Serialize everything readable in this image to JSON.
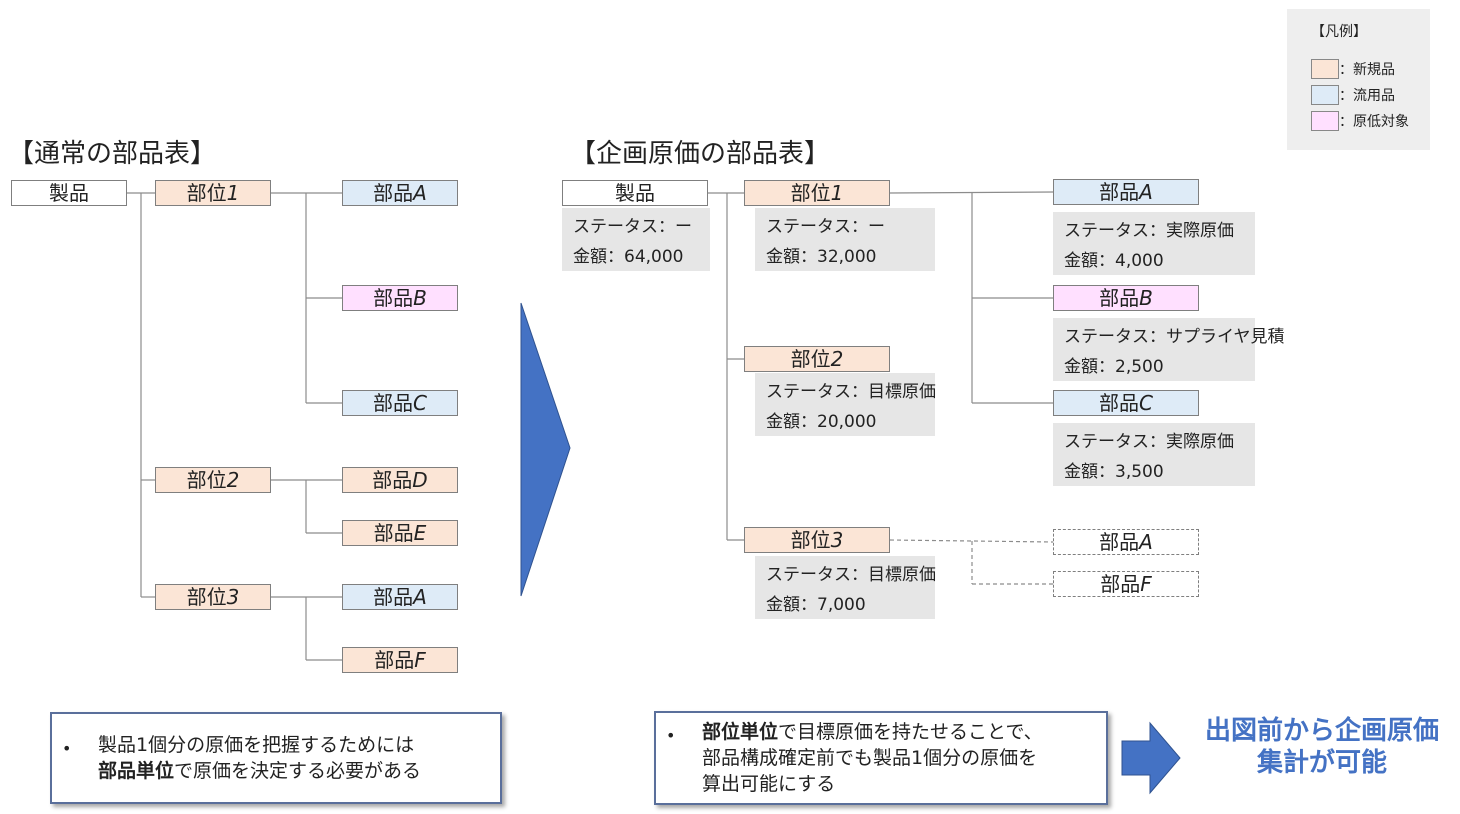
{
  "legend": {
    "title": "【凡例】",
    "items": [
      {
        "label": "：新規品",
        "color": "#fbe5d6"
      },
      {
        "label": "：流用品",
        "color": "#deebf7"
      },
      {
        "label": "：原低対象",
        "color": "#ffe0ff"
      }
    ]
  },
  "left": {
    "title": "【通常の部品表】",
    "product": "製品",
    "parts": {
      "p1": {
        "prefix": "部位",
        "num": "1"
      },
      "p2": {
        "prefix": "部位",
        "num": "2"
      },
      "p3": {
        "prefix": "部位",
        "num": "3"
      }
    },
    "components": {
      "a1": {
        "prefix": "部品",
        "letter": "A"
      },
      "b": {
        "prefix": "部品",
        "letter": "B"
      },
      "c": {
        "prefix": "部品",
        "letter": "C"
      },
      "d": {
        "prefix": "部品",
        "letter": "D"
      },
      "e": {
        "prefix": "部品",
        "letter": "E"
      },
      "a2": {
        "prefix": "部品",
        "letter": "A"
      },
      "f": {
        "prefix": "部品",
        "letter": "F"
      }
    },
    "note": {
      "line1": "製品1個分の原価を把握するためには",
      "bold": "部品単位",
      "rest": "で原価を決定する必要がある"
    }
  },
  "right": {
    "title": "【企画原価の部品表】",
    "product": {
      "label": "製品",
      "status": "ステータス：ー",
      "amount": "金額：64,000"
    },
    "parts": {
      "p1": {
        "prefix": "部位",
        "num": "1",
        "status": "ステータス：ー",
        "amount": "金額：32,000"
      },
      "p2": {
        "prefix": "部位",
        "num": "2",
        "status": "ステータス：目標原価",
        "amount": "金額：20,000"
      },
      "p3": {
        "prefix": "部位",
        "num": "3",
        "status": "ステータス：目標原価",
        "amount": "金額：7,000"
      }
    },
    "components": {
      "a": {
        "prefix": "部品",
        "letter": "A",
        "status": "ステータス：実際原価",
        "amount": "金額：4,000"
      },
      "b": {
        "prefix": "部品",
        "letter": "B",
        "status": "ステータス：サプライヤ見積",
        "amount": "金額：2,500"
      },
      "c": {
        "prefix": "部品",
        "letter": "C",
        "status": "ステータス：実際原価",
        "amount": "金額：3,500"
      },
      "a_future": {
        "prefix": "部品",
        "letter": "A"
      },
      "f_future": {
        "prefix": "部品",
        "letter": "F"
      }
    },
    "note": {
      "bold": "部位単位",
      "line1": "で目標原価を持たせることで、",
      "line2": "部品構成確定前でも製品1個分の原価を",
      "line3": "算出可能にする"
    }
  },
  "bullet": "•",
  "result": {
    "line1": "出図前から企画原価",
    "line2": "集計が可能"
  }
}
